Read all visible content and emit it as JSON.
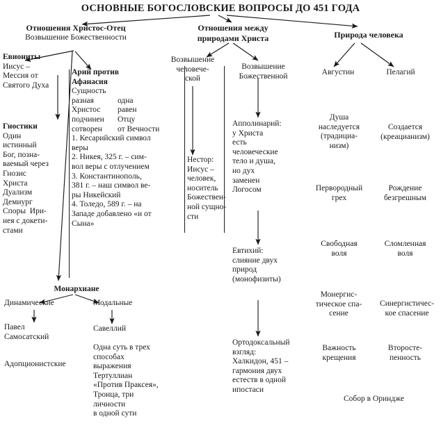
{
  "title": "ОСНОВНЫЕ БОГОСЛОВСКИЕ ВОПРОСЫ ДО 451 ГОДА",
  "branches": {
    "left": {
      "heading": "Отношения Христос-Отец",
      "subheading": "Возвышение Божественности"
    },
    "middle": {
      "heading_line1": "Отношения между",
      "heading_line2": "природами Христа"
    },
    "right": {
      "heading": "Природа человека"
    }
  },
  "left_column": {
    "ebionites": {
      "title": "Евиониты",
      "body": "Иисус – Мессия от Святого Духа"
    },
    "gnostics": {
      "title": "Гностики",
      "body": "Один истинный Бог, позна-ваемый через Гнозис Христа Дуализм Демиург Споры Ири-нея с докети-стами",
      "lines": [
        "Один",
        "истинный",
        "Бог, позна-",
        "ваемый через",
        "Гнозис",
        "Христа",
        "Дуализм",
        "Демиург",
        "Споры  Ири-",
        "нея с докети-",
        "стами"
      ]
    }
  },
  "arius_column": {
    "title_line1": "Арий против",
    "title_line2": "Афанасия",
    "essence_label": "Сущность",
    "compare": [
      {
        "left": "разная",
        "right": "одна"
      },
      {
        "left": "Христос",
        "right": "равен"
      },
      {
        "left": "подчинен",
        "right": "Отцу"
      },
      {
        "left": "сотворен",
        "right": "от Вечности"
      }
    ],
    "councils": [
      "1. Кесарийский символ веры",
      "2. Никея, 325 г. – сим-вол веры с отлучением",
      "3. Константинополь, 381 г. – наш символ ве-ры Никейский",
      "4. Толедо, 589 г. – на Западе добавлено «и от Сына»"
    ],
    "council_lines": [
      "1. Кесарийский символ",
      "веры",
      "2. Никея, 325 г. – сим-",
      "вол веры с отлучением",
      "3. Константинополь,",
      "381 г. – наш символ ве-",
      "ры Никейский",
      "4. Толедо, 589 г. – на",
      "Западе добавлено «и от",
      "Сына»"
    ]
  },
  "monarchians": {
    "title": "Монархиане",
    "dynamic": {
      "label": "Динамические",
      "person": "Павел Самосатский",
      "note": "Адопционистские"
    },
    "modal": {
      "label": "Модальные",
      "person": "Савеллий",
      "note_lines": [
        "Одна суть в трех",
        "способах",
        "выражения",
        "Тертуллиан",
        "«Против Праксея»,",
        "Троица, три",
        "личности",
        "в одной сути"
      ]
    }
  },
  "middle_column": {
    "human_branch": {
      "label_lines": [
        "Возвышение",
        "человече-",
        "ской"
      ],
      "nestorius_lines": [
        "Нестор:",
        "Иисус –",
        "человек,",
        "носитель",
        "Божествен-",
        "ной сущно-",
        "сти"
      ]
    },
    "divine_branch": {
      "label_lines": [
        "Возвышение",
        "Божественной"
      ],
      "apollinarius_lines": [
        "Апполинарий:",
        "у Христа",
        "есть",
        "человеческие",
        "тело и душа,",
        "но дух",
        "заменен",
        "Логосом"
      ],
      "eutyches_lines": [
        "Евтихий:",
        "слияние двух",
        "природ",
        "(монофизиты)"
      ],
      "orthodox_lines": [
        "Ортодоксальный",
        "взгляд:",
        "Халкидон, 451 –",
        "гармония двух",
        "естеств в одной",
        "ипостаси"
      ]
    }
  },
  "right_column": {
    "augustine": "Августин",
    "pelagius": "Пелагий",
    "pairs": [
      {
        "left_lines": [
          "Душа",
          "наследуется",
          "(традициа-",
          "низм)"
        ],
        "right_lines": [
          "Создается",
          "(креацианизм)"
        ]
      },
      {
        "left_lines": [
          "Первородный",
          "грех"
        ],
        "right_lines": [
          "Рождение",
          "безгрешным"
        ]
      },
      {
        "left_lines": [
          "Свободная",
          "воля"
        ],
        "right_lines": [
          "Сломленная",
          "воля"
        ]
      },
      {
        "left_lines": [
          "Монергис-",
          "тическое спа-",
          "сение"
        ],
        "right_lines": [
          "Синергистичес-",
          "кое спасение"
        ]
      },
      {
        "left_lines": [
          "Важность",
          "крещения"
        ],
        "right_lines": [
          "Второсте-",
          "пенность"
        ]
      }
    ],
    "footer": "Собор в Ориндже"
  },
  "colors": {
    "ink": "#1a1a1a",
    "background": "#ffffff"
  }
}
